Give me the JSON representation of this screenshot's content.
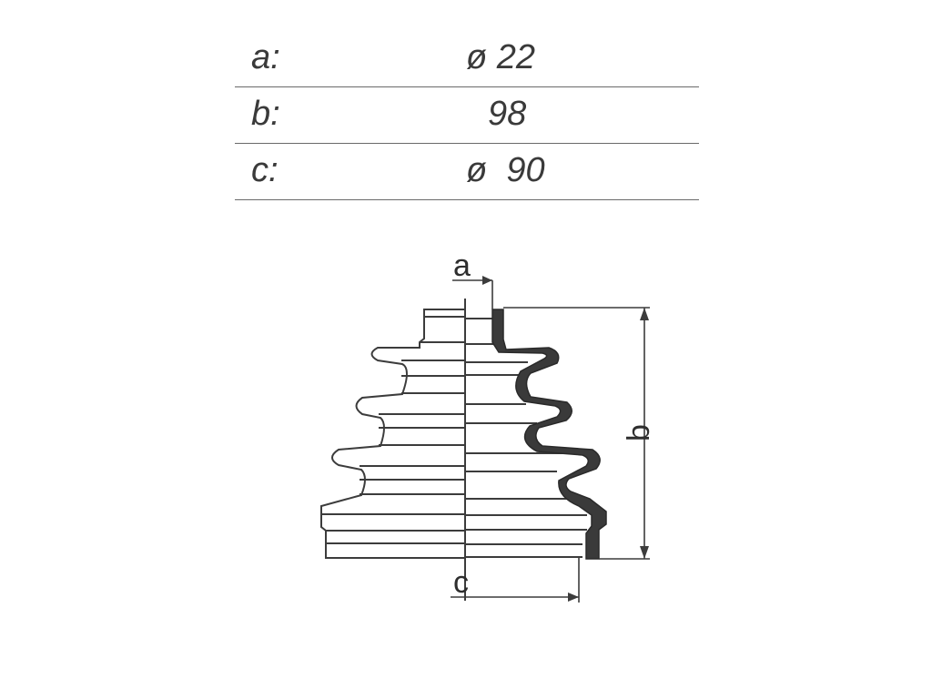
{
  "spec_table": {
    "rows": [
      {
        "key": "a:",
        "value": "ø 22"
      },
      {
        "key": "b:",
        "value": "98"
      },
      {
        "key": "c:",
        "value": "ø  90"
      }
    ]
  },
  "drawing": {
    "label_a": "a",
    "label_b": "b",
    "label_c": "c"
  }
}
